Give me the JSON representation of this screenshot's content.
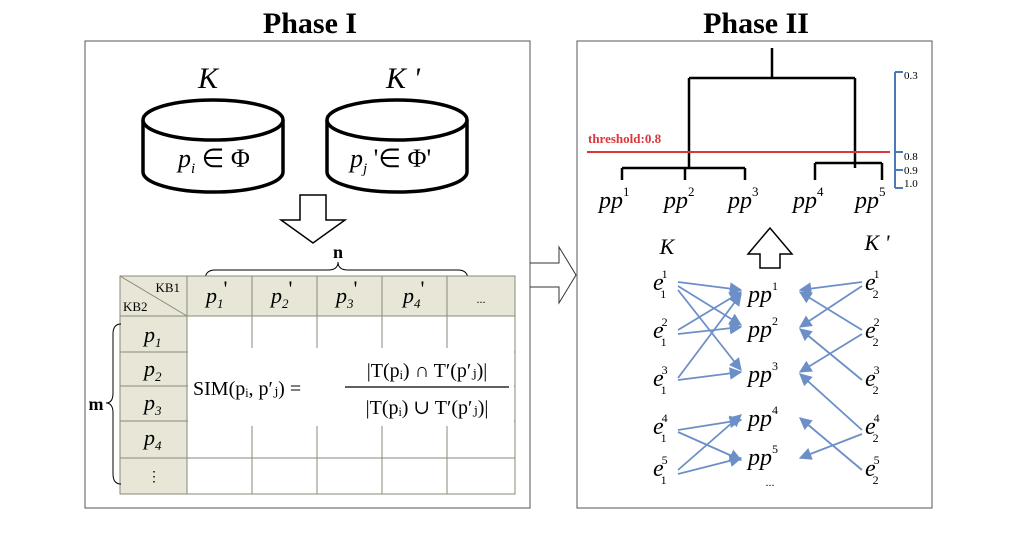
{
  "phase1": {
    "title": "Phase I",
    "kb_left": {
      "label": "K",
      "content": "p",
      "sub": "i",
      "rel": " ∈ Φ"
    },
    "kb_right": {
      "label": "K '",
      "content": "p",
      "sub": "j",
      "rel": " '∈ Φ'"
    },
    "table": {
      "n_label": "n",
      "m_label": "m",
      "corner_top": "KB1",
      "corner_bottom": "KB2",
      "col_headers": [
        {
          "base": "p",
          "sub": "1",
          "prime": "'"
        },
        {
          "base": "p",
          "sub": "2",
          "prime": "'"
        },
        {
          "base": "p",
          "sub": "3",
          "prime": "'"
        },
        {
          "base": "p",
          "sub": "4",
          "prime": "'"
        }
      ],
      "col_more": "...",
      "row_headers": [
        {
          "base": "p",
          "sub": "1"
        },
        {
          "base": "p",
          "sub": "2"
        },
        {
          "base": "p",
          "sub": "3"
        },
        {
          "base": "p",
          "sub": "4"
        }
      ],
      "row_more": "⋮",
      "formula_lhs": "SIM(pᵢ, p′ⱼ) =",
      "formula_num": "|T(pᵢ) ∩ T′(p′ⱼ)|",
      "formula_den": "|T(pᵢ) ∪ T′(p′ⱼ)|"
    }
  },
  "phase2": {
    "title": "Phase II",
    "threshold_label": "threshold:0.8",
    "scale_labels": [
      "0.3",
      "0.8",
      "0.9",
      "1.0"
    ],
    "leaves": [
      {
        "base": "pp",
        "sup": "1"
      },
      {
        "base": "pp",
        "sup": "2"
      },
      {
        "base": "pp",
        "sup": "3"
      },
      {
        "base": "pp",
        "sup": "4"
      },
      {
        "base": "pp",
        "sup": "5"
      }
    ],
    "left_kb": "K",
    "right_kb": "K '",
    "left_entities": [
      {
        "base": "e",
        "sup": "1",
        "sub": "1"
      },
      {
        "base": "e",
        "sup": "2",
        "sub": "1"
      },
      {
        "base": "e",
        "sup": "3",
        "sub": "1"
      },
      {
        "base": "e",
        "sup": "4",
        "sub": "1"
      },
      {
        "base": "e",
        "sup": "5",
        "sub": "1"
      }
    ],
    "middle_nodes": [
      {
        "base": "pp",
        "sup": "1"
      },
      {
        "base": "pp",
        "sup": "2"
      },
      {
        "base": "pp",
        "sup": "3"
      },
      {
        "base": "pp",
        "sup": "4"
      },
      {
        "base": "pp",
        "sup": "5"
      }
    ],
    "middle_more": "...",
    "right_entities": [
      {
        "base": "e",
        "sup": "1",
        "sub": "2"
      },
      {
        "base": "e",
        "sup": "2",
        "sub": "2"
      },
      {
        "base": "e",
        "sup": "3",
        "sub": "2"
      },
      {
        "base": "e",
        "sup": "4",
        "sub": "2"
      },
      {
        "base": "e",
        "sup": "5",
        "sub": "2"
      }
    ],
    "colors": {
      "threshold": "#d9373b",
      "scale": "#4a7ab8",
      "links": "#6d8fc7"
    }
  }
}
